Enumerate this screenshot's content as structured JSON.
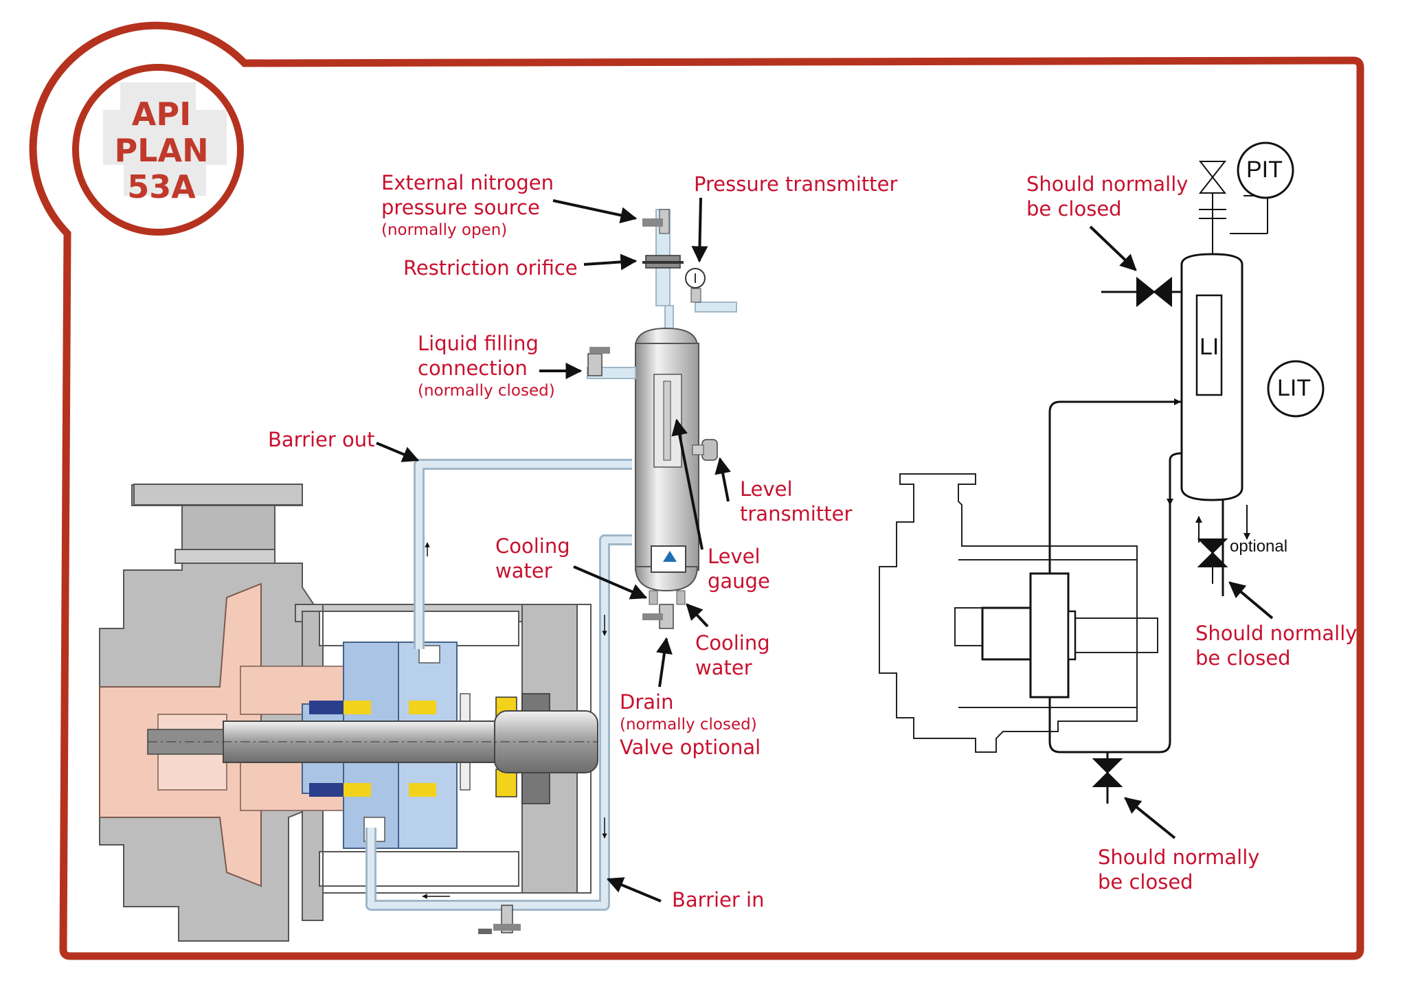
{
  "badge": {
    "line1": "API",
    "line2": "PLAN",
    "line3": "53A"
  },
  "labels": {
    "nitrogen_l1": "External nitrogen",
    "nitrogen_l2": "pressure source",
    "nitrogen_l3": "(normally open)",
    "pressure_transmitter": "Pressure transmitter",
    "restriction_orifice": "Restriction orifice",
    "liquid_l1": "Liquid filling",
    "liquid_l2": "connection",
    "liquid_l3": "(normally closed)",
    "barrier_out": "Barrier out",
    "level_transmitter_l1": "Level",
    "level_transmitter_l2": "transmitter",
    "cooling_water_a_l1": "Cooling",
    "cooling_water_a_l2": "water",
    "level_gauge_l1": "Level",
    "level_gauge_l2": "gauge",
    "cooling_water_b_l1": "Cooling",
    "cooling_water_b_l2": "water",
    "drain_l1": "Drain",
    "drain_l2": "(normally closed)",
    "drain_l3": "Valve optional",
    "barrier_in": "Barrier in",
    "closed_top_l1": "Should normally",
    "closed_top_l2": "be closed",
    "closed_right_l1": "Should normally",
    "closed_right_l2": "be closed",
    "closed_bottom_l1": "Should normally",
    "closed_bottom_l2": "be closed"
  },
  "instruments": {
    "pit": "PIT",
    "lit": "LIT",
    "li": "LI",
    "optional": "optional"
  },
  "colors": {
    "frame": "#b5321f",
    "label": "#c8102e",
    "pipe": "#d8e8f2",
    "seal": "#a9c4e4",
    "impeller": "#f3c9b8"
  }
}
